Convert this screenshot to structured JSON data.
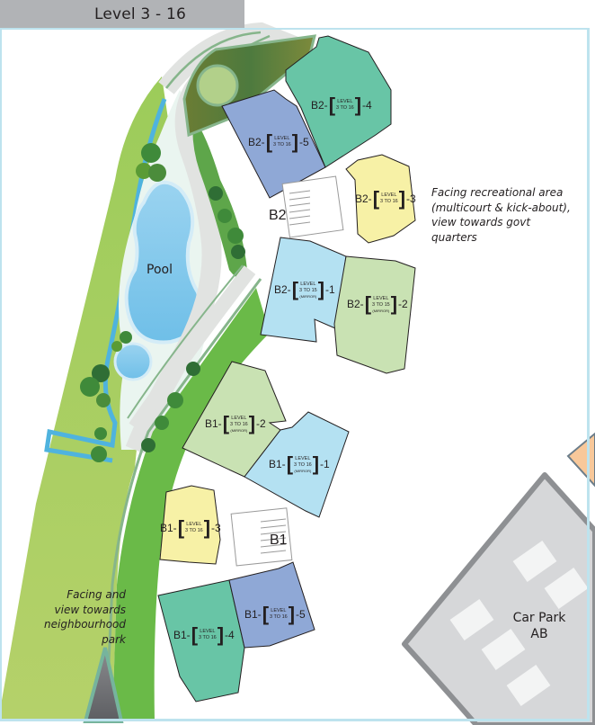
{
  "header": {
    "title": "Level 3 - 16"
  },
  "colors": {
    "frame": "#bde3ee",
    "title_bg": "#b1b3b6",
    "unit_teal": "#68c5a6",
    "unit_blue": "#8fa8d6",
    "unit_yellow": "#f7f1a6",
    "unit_lightblue": "#b4e1f2",
    "unit_lightgreen": "#c9e2b3",
    "carpark": "#d6d7d9",
    "grass": "#8cc152",
    "pool": "#8fcdee"
  },
  "blocks": {
    "b2": {
      "core_label": "B2",
      "units": [
        {
          "prefix": "B2-",
          "top": "LEVEL",
          "bottom": "3 TO 16",
          "note": "",
          "suffix": "-5"
        },
        {
          "prefix": "B2-",
          "top": "LEVEL",
          "bottom": "3 TO 16",
          "note": "",
          "suffix": "-4"
        },
        {
          "prefix": "B2-",
          "top": "LEVEL",
          "bottom": "3 TO 16",
          "note": "",
          "suffix": "-3"
        },
        {
          "prefix": "B2-",
          "top": "LEVEL",
          "bottom": "3 TO 15",
          "note": "(MIRROR)",
          "suffix": "-1"
        },
        {
          "prefix": "B2-",
          "top": "LEVEL",
          "bottom": "3 TO 15",
          "note": "(MIRROR)",
          "suffix": "-2"
        }
      ]
    },
    "b1": {
      "core_label": "B1",
      "units": [
        {
          "prefix": "B1-",
          "top": "LEVEL",
          "bottom": "3 TO 16",
          "note": "(MIRROR)",
          "suffix": "-2"
        },
        {
          "prefix": "B1-",
          "top": "LEVEL",
          "bottom": "3 TO 16",
          "note": "(MIRROR)",
          "suffix": "-1"
        },
        {
          "prefix": "B1-",
          "top": "LEVEL",
          "bottom": "3 TO 16",
          "note": "",
          "suffix": "-3"
        },
        {
          "prefix": "B1-",
          "top": "LEVEL",
          "bottom": "3 TO 16",
          "note": "",
          "suffix": "-4"
        },
        {
          "prefix": "B1-",
          "top": "LEVEL",
          "bottom": "3 TO 16",
          "note": "",
          "suffix": "-5"
        }
      ]
    }
  },
  "facilities": {
    "pool": "Pool",
    "carpark_line1": "Car Park",
    "carpark_line2": "AB"
  },
  "notes": {
    "east": [
      "Facing recreational area",
      "(multicourt & kick-about),",
      "view towards govt",
      "quarters"
    ],
    "west": [
      "Facing and",
      "view towards",
      "neighbourhood",
      "park"
    ]
  }
}
